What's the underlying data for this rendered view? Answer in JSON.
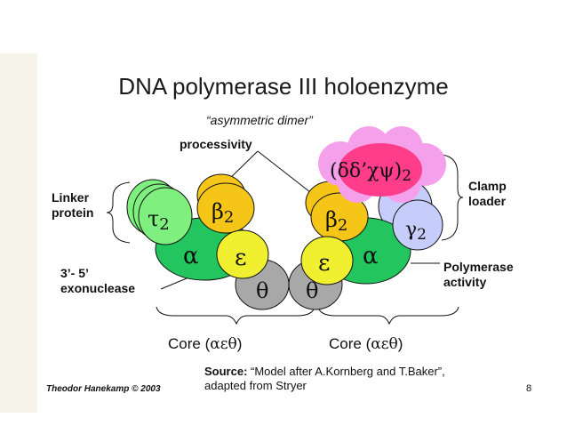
{
  "title": "DNA polymerase III holoenzyme",
  "subtitle": "“asymmetric dimer”",
  "labels": {
    "processivity": "processivity",
    "linker_line1": "Linker",
    "linker_line2": "protein",
    "clamp_line1": "Clamp",
    "clamp_line2": "loader",
    "exo_line1": "3’- 5’",
    "exo_line2": "exonuclease",
    "pol_line1": "Polymerase",
    "pol_line2": "activity"
  },
  "subunits": {
    "tau": "τ",
    "tau_sub": "2",
    "beta": "β",
    "beta_sub": "2",
    "alpha": "α",
    "epsilon": "ε",
    "theta": "θ",
    "gamma": "γ",
    "gamma_sub": "2",
    "clamp_complex": "(δδ’χψ)",
    "clamp_sub": "2"
  },
  "core_label_left": {
    "prefix": "Core (",
    "symbols": "αεθ",
    "suffix": ")"
  },
  "core_label_right": {
    "prefix": "Core (",
    "symbols": "αεθ",
    "suffix": ")"
  },
  "source": {
    "bold": "Source:",
    "line1": " “Model after A.Kornberg and T.Baker”,",
    "line2": "adapted from Stryer"
  },
  "author": "Theodor Hanekamp © 2003",
  "page_number": "8",
  "colors": {
    "alpha": "#22c55e",
    "beta": "#f5c518",
    "tau": "#7ff07f",
    "epsilon": "#f0f030",
    "theta": "#a8a8a8",
    "gamma": "#c7cdfb",
    "clamp_complex": "#ff3d8b",
    "clamp_cluster": "#f4a0ea",
    "slide_bar": "#f6f4ea"
  }
}
